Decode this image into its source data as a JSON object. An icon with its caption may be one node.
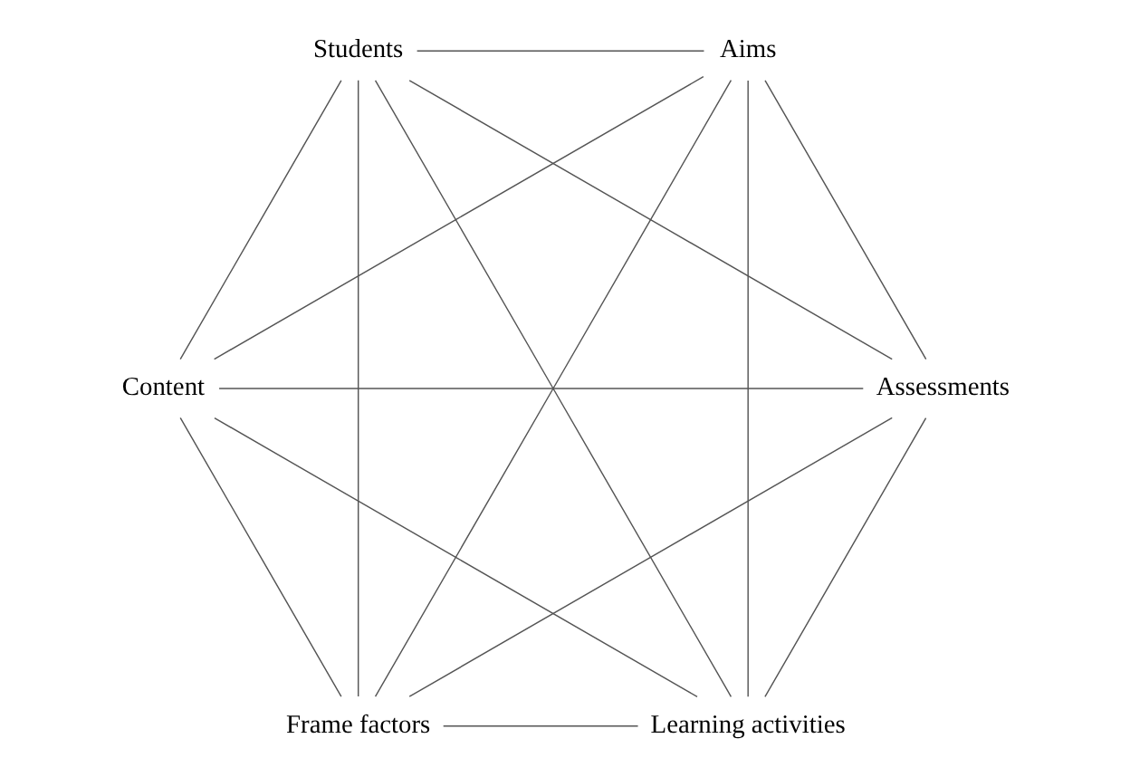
{
  "diagram": {
    "nodes": [
      {
        "text": [
          "Learning activities"
        ]
      },
      {
        "text": [
          "Assessments"
        ]
      },
      {
        "text": [
          "Content"
        ]
      },
      {
        "text": [
          "Students"
        ]
      },
      {
        "text": [
          "Aims"
        ]
      },
      {
        "text": [
          "Frame factors"
        ]
      }
    ],
    "edges": [
      {
        "from": 0,
        "to": 1,
        "arrow": "none"
      },
      {
        "from": 0,
        "to": 2,
        "arrow": "none"
      },
      {
        "from": 0,
        "to": 3,
        "arrow": "none"
      },
      {
        "from": 0,
        "to": 4,
        "arrow": "none"
      },
      {
        "from": 0,
        "to": 5,
        "arrow": "none"
      },
      {
        "from": 1,
        "to": 2,
        "arrow": "none"
      },
      {
        "from": 1,
        "to": 3,
        "arrow": "none"
      },
      {
        "from": 1,
        "to": 4,
        "arrow": "none"
      },
      {
        "from": 1,
        "to": 5,
        "arrow": "none"
      },
      {
        "from": 2,
        "to": 3,
        "arrow": "none"
      },
      {
        "from": 2,
        "to": 4,
        "arrow": "none"
      },
      {
        "from": 2,
        "to": 5,
        "arrow": "none"
      },
      {
        "from": 3,
        "to": 4,
        "arrow": "none"
      },
      {
        "from": 3,
        "to": 5,
        "arrow": "none"
      },
      {
        "from": 4,
        "to": 5,
        "arrow": "none"
      }
    ]
  }
}
